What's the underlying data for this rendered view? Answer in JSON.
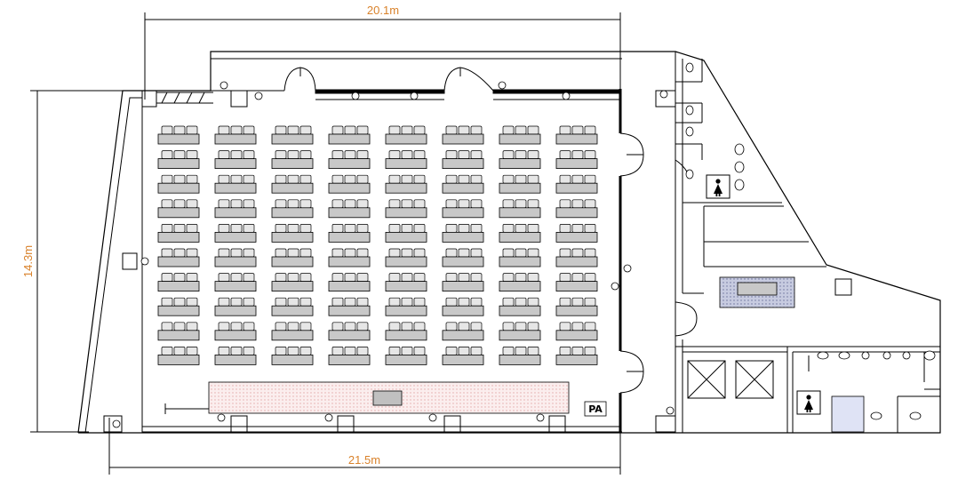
{
  "plan": {
    "dimension_top": "20.1m",
    "dimension_bottom": "21.5m",
    "dimension_left": "14.3m",
    "pa_label": "PA"
  },
  "seating": {
    "rows": 10,
    "blocks_per_row": 8,
    "seats_per_block": 3
  },
  "colors": {
    "dimension_text": "#d9822b",
    "line": "#000000",
    "table_fill": "#c8c8c8",
    "stage_fill": "#f6dede",
    "screen_fill": "#c0c0c0",
    "counter_fill": "#b8bed8",
    "accessible_fill": "#dfe3f5"
  },
  "icons": {
    "restroom_upper": "woman-restroom-icon",
    "restroom_lower": "woman-restroom-icon",
    "elevators": "elevator-cross-icon"
  }
}
